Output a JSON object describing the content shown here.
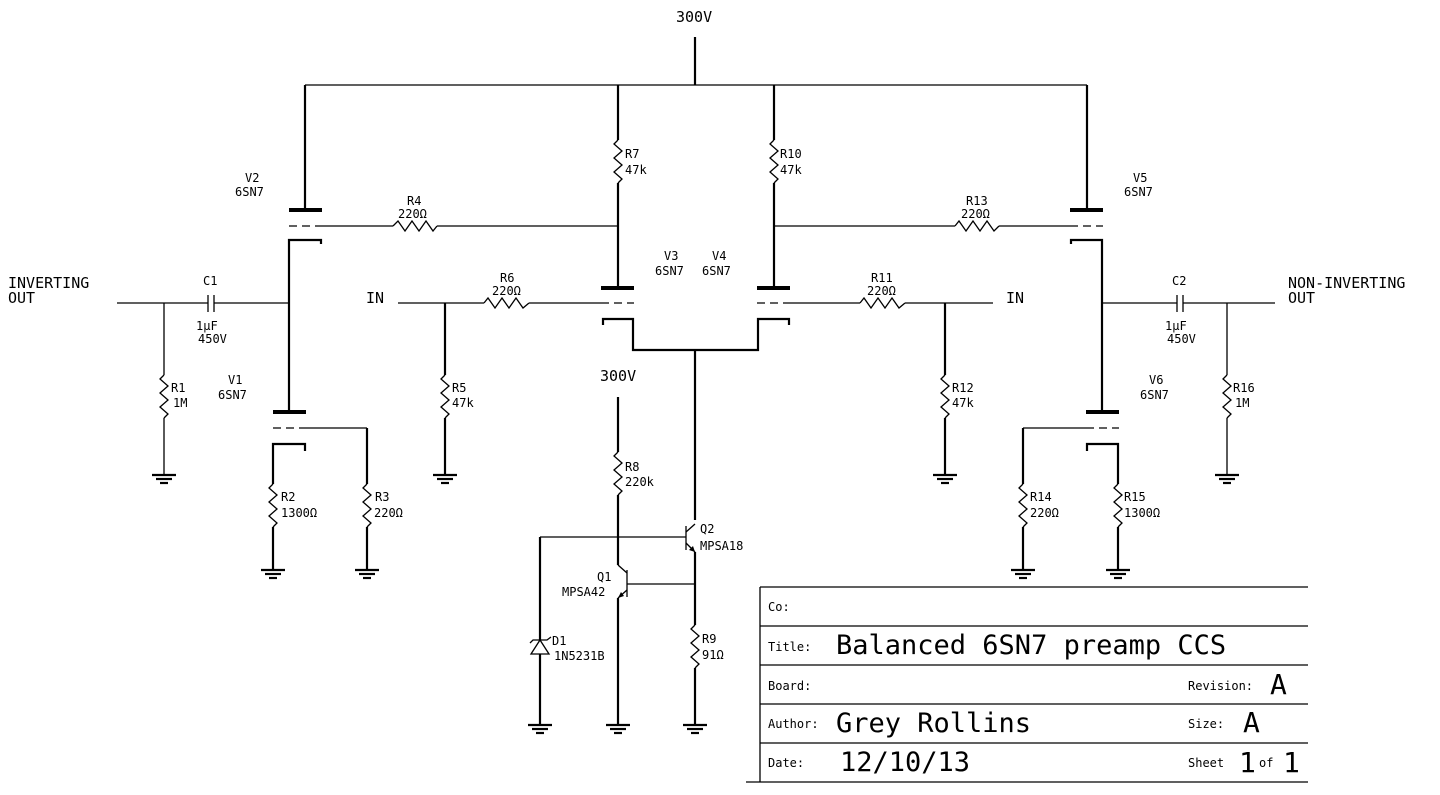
{
  "supply": {
    "top_rail_label": "300V",
    "ccs_supply_label": "300V"
  },
  "ports": {
    "inverting_out": [
      "INVERTING",
      "OUT"
    ],
    "non_inverting_out": [
      "NON-INVERTING",
      "OUT"
    ],
    "in_left": "IN",
    "in_right": "IN"
  },
  "tubes": {
    "V1": {
      "ref": "V1",
      "type": "6SN7"
    },
    "V2": {
      "ref": "V2",
      "type": "6SN7"
    },
    "V3": {
      "ref": "V3",
      "type": "6SN7"
    },
    "V4": {
      "ref": "V4",
      "type": "6SN7"
    },
    "V5": {
      "ref": "V5",
      "type": "6SN7"
    },
    "V6": {
      "ref": "V6",
      "type": "6SN7"
    }
  },
  "resistors": {
    "R1": {
      "ref": "R1",
      "value": "1M"
    },
    "R2": {
      "ref": "R2",
      "value": "1300Ω"
    },
    "R3": {
      "ref": "R3",
      "value": "220Ω"
    },
    "R4": {
      "ref": "R4",
      "value": "220Ω"
    },
    "R5": {
      "ref": "R5",
      "value": "47k"
    },
    "R6": {
      "ref": "R6",
      "value": "220Ω"
    },
    "R7": {
      "ref": "R7",
      "value": "47k"
    },
    "R8": {
      "ref": "R8",
      "value": "220k"
    },
    "R9": {
      "ref": "R9",
      "value": "91Ω"
    },
    "R10": {
      "ref": "R10",
      "value": "47k"
    },
    "R11": {
      "ref": "R11",
      "value": "220Ω"
    },
    "R12": {
      "ref": "R12",
      "value": "47k"
    },
    "R13": {
      "ref": "R13",
      "value": "220Ω"
    },
    "R14": {
      "ref": "R14",
      "value": "220Ω"
    },
    "R15": {
      "ref": "R15",
      "value": "1300Ω"
    },
    "R16": {
      "ref": "R16",
      "value": "1M"
    }
  },
  "capacitors": {
    "C1": {
      "ref": "C1",
      "value": "1µF",
      "voltage": "450V"
    },
    "C2": {
      "ref": "C2",
      "value": "1µF",
      "voltage": "450V"
    }
  },
  "transistors": {
    "Q1": {
      "ref": "Q1",
      "part": "MPSA42"
    },
    "Q2": {
      "ref": "Q2",
      "part": "MPSA18"
    }
  },
  "diodes": {
    "D1": {
      "ref": "D1",
      "part": "1N5231B"
    }
  },
  "title_block": {
    "co_label": "Co:",
    "co_value": "",
    "title_label": "Title:",
    "title_value": "Balanced 6SN7 preamp CCS",
    "board_label": "Board:",
    "board_value": "",
    "revision_label": "Revision:",
    "revision_value": "A",
    "author_label": "Author:",
    "author_value": "Grey Rollins",
    "size_label": "Size:",
    "size_value": "A",
    "date_label": "Date:",
    "date_value": "12/10/13",
    "sheet_label": "Sheet",
    "sheet_number": "1",
    "sheet_of_label": "of",
    "sheet_total": "1"
  }
}
